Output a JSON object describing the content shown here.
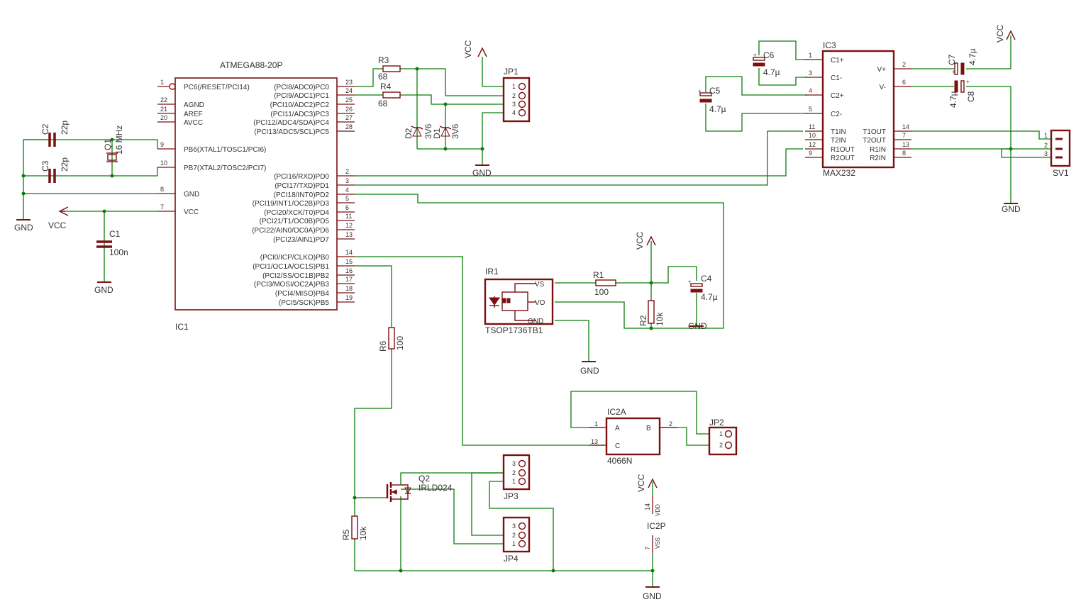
{
  "ic1": {
    "name": "IC1",
    "value": "ATMEGA88-20P",
    "left_pins": [
      {
        "num": "1",
        "label": "PC6(/RESET/PCI14)"
      },
      {
        "num": "22",
        "label": "AGND"
      },
      {
        "num": "21",
        "label": "AREF"
      },
      {
        "num": "20",
        "label": "AVCC"
      },
      {
        "num": "9",
        "label": "PB6(XTAL1/TOSC1/PCI6)"
      },
      {
        "num": "10",
        "label": "PB7(XTAL2/TOSC2/PCI7)"
      },
      {
        "num": "8",
        "label": "GND"
      },
      {
        "num": "7",
        "label": "VCC"
      }
    ],
    "right_pins": [
      {
        "num": "23",
        "label": "(PCI8/ADC0)PC0"
      },
      {
        "num": "24",
        "label": "(PCI9/ADC1)PC1"
      },
      {
        "num": "25",
        "label": "(PCI10/ADC2)PC2"
      },
      {
        "num": "26",
        "label": "(PCI11/ADC3)PC3"
      },
      {
        "num": "27",
        "label": "(PCI12/ADC4/SDA)PC4"
      },
      {
        "num": "28",
        "label": "(PCI13/ADC5/SCL)PC5"
      },
      {
        "num": "2",
        "label": "(PCI16/RXD)PD0"
      },
      {
        "num": "3",
        "label": "(PCI17/TXD)PD1"
      },
      {
        "num": "4",
        "label": "(PCI18/INT0)PD2"
      },
      {
        "num": "5",
        "label": "(PCI19/INT1/OC2B)PD3"
      },
      {
        "num": "6",
        "label": "(PCI20/XCK/T0)PD4"
      },
      {
        "num": "11",
        "label": "(PCI21/T1/OC0B)PD5"
      },
      {
        "num": "12",
        "label": "(PCI22/AIN0/OC0A)PD6"
      },
      {
        "num": "13",
        "label": "(PCI23/AIN1)PD7"
      },
      {
        "num": "14",
        "label": "(PCI0/ICP/CLKO)PB0"
      },
      {
        "num": "15",
        "label": "(PCI1/OC1A/OC1S)PB1"
      },
      {
        "num": "16",
        "label": "(PCI2/SS/OC1B)PB2"
      },
      {
        "num": "17",
        "label": "(PCI3/MOSI/OC2A)PB3"
      },
      {
        "num": "18",
        "label": "(PCI4/MISO)PB4"
      },
      {
        "num": "19",
        "label": "(PCI5/SCK)PB5"
      }
    ]
  },
  "ic3": {
    "name": "IC3",
    "value": "MAX232",
    "left_pins": [
      {
        "num": "1",
        "label": "C1+"
      },
      {
        "num": "3",
        "label": "C1-"
      },
      {
        "num": "4",
        "label": "C2+"
      },
      {
        "num": "5",
        "label": "C2-"
      },
      {
        "num": "11",
        "label": "T1IN"
      },
      {
        "num": "10",
        "label": "T2IN"
      },
      {
        "num": "12",
        "label": "R1OUT"
      },
      {
        "num": "9",
        "label": "R2OUT"
      }
    ],
    "right_pins": [
      {
        "num": "2",
        "label": "V+"
      },
      {
        "num": "6",
        "label": "V-"
      },
      {
        "num": "14",
        "label": "T1OUT"
      },
      {
        "num": "7",
        "label": "T2OUT"
      },
      {
        "num": "13",
        "label": "R1IN"
      },
      {
        "num": "8",
        "label": "R2IN"
      }
    ]
  },
  "ic2a": {
    "name": "IC2A",
    "value": "4066N",
    "pins": [
      {
        "num": "1",
        "label": "A"
      },
      {
        "num": "13",
        "label": "C"
      },
      {
        "num": "2",
        "label": "B"
      }
    ]
  },
  "ic2p": {
    "name": "IC2P",
    "pins": [
      {
        "num": "14",
        "label": "VDD"
      },
      {
        "num": "7",
        "label": "VSS"
      }
    ]
  },
  "ir1": {
    "name": "IR1",
    "value": "TSOP1736TB1",
    "pins": [
      "VS",
      "VO",
      "GND"
    ]
  },
  "connectors": {
    "jp1": {
      "name": "JP1",
      "pins": [
        "1",
        "2",
        "3",
        "4"
      ]
    },
    "jp2": {
      "name": "JP2",
      "pins": [
        "1",
        "2"
      ]
    },
    "jp3": {
      "name": "JP3",
      "pins": [
        "3",
        "2",
        "1"
      ]
    },
    "jp4": {
      "name": "JP4",
      "pins": [
        "3",
        "2",
        "1"
      ]
    },
    "sv1": {
      "name": "SV1",
      "pins": [
        "1",
        "2",
        "3"
      ]
    }
  },
  "components": {
    "c1": {
      "name": "C1",
      "value": "100n"
    },
    "c2": {
      "name": "C2",
      "value": "22p"
    },
    "c3": {
      "name": "C3",
      "value": "22p"
    },
    "c4": {
      "name": "C4",
      "value": "4.7µ"
    },
    "c5": {
      "name": "C5",
      "value": "4.7µ"
    },
    "c6": {
      "name": "C6",
      "value": "4.7µ"
    },
    "c7": {
      "name": "C7",
      "value": "4.7µ"
    },
    "c8": {
      "name": "C8",
      "value": "4.7µ"
    },
    "q1": {
      "name": "Q1",
      "value": "16 MHz"
    },
    "q2": {
      "name": "Q2",
      "value": "IRLD024"
    },
    "r1": {
      "name": "R1",
      "value": "100"
    },
    "r2": {
      "name": "R2",
      "value": "10k"
    },
    "r3": {
      "name": "R3",
      "value": "68"
    },
    "r4": {
      "name": "R4",
      "value": "68"
    },
    "r5": {
      "name": "R5",
      "value": "10k"
    },
    "r6": {
      "name": "R6",
      "value": "100"
    },
    "d1": {
      "name": "D1",
      "value": "3V6"
    },
    "d2": {
      "name": "D2",
      "value": "3V6"
    }
  },
  "supply": {
    "vcc": "VCC",
    "gnd": "GND"
  },
  "colors": {
    "wire": "#0b7d0b",
    "symbol": "#7a1010",
    "text": "#333333"
  }
}
